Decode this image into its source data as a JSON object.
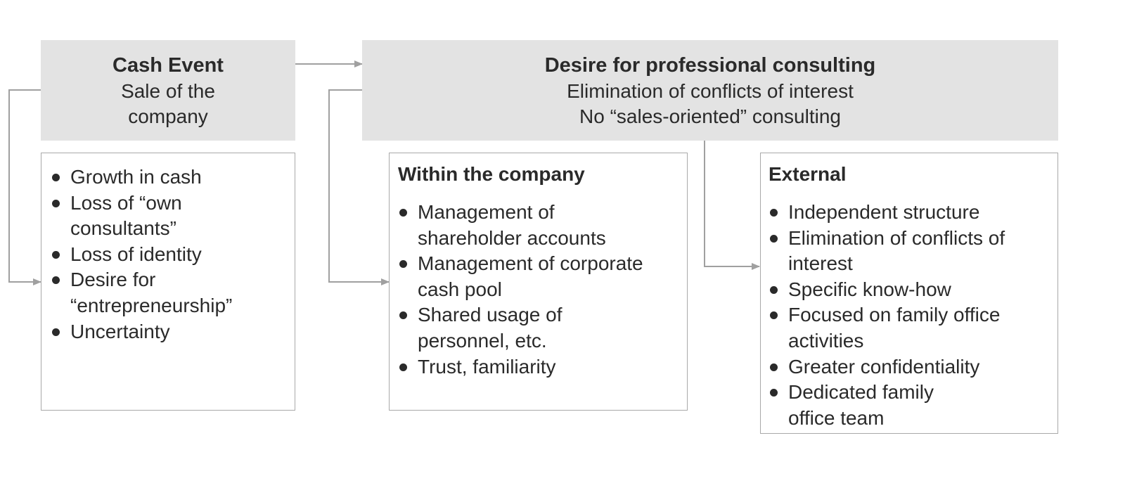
{
  "cash_event": {
    "title": "Cash Event",
    "lines": [
      "Sale of the",
      "company"
    ]
  },
  "desire": {
    "title": "Desire for professional consulting",
    "lines": [
      "Elimination of conflicts of interest",
      "No “sales-oriented” consulting"
    ]
  },
  "cash_list": {
    "items": [
      "Growth in cash",
      "Loss of “own consultants”",
      "Loss of identity",
      "Desire for “entrepreneurship”",
      "Uncertainty"
    ]
  },
  "within": {
    "title": "Within the company",
    "items": [
      "Management of shareholder accounts",
      "Management of corporate cash pool",
      "Shared usage of personnel, etc.",
      "Trust, familiarity"
    ]
  },
  "external": {
    "title": "External",
    "items": [
      "Independent structure",
      "Elimination of conflicts of interest",
      "Specific know-how",
      "Focused on family office activities",
      "Greater confidentiality",
      "Dedicated family office team"
    ]
  },
  "colors": {
    "header_fill": "#e3e3e3",
    "connector": "#a0a0a0",
    "text": "#2a2a2a"
  }
}
